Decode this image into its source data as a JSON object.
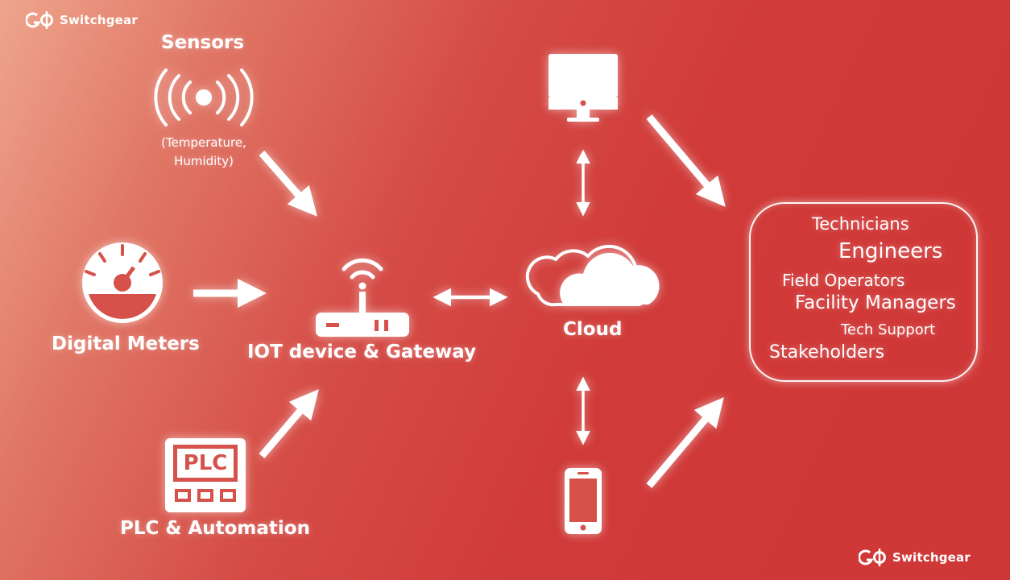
{
  "brand": {
    "logo_text": "Switchgear"
  },
  "nodes": {
    "sensors": {
      "title": "Sensors",
      "subtitle_line1": "(Temperature,",
      "subtitle_line2": "Humidity)"
    },
    "digital_meters": {
      "title": "Digital Meters"
    },
    "plc": {
      "title": "PLC & Automation",
      "icon_text": "PLC"
    },
    "gateway": {
      "title": "IOT device & Gateway"
    },
    "cloud": {
      "title": "Cloud"
    }
  },
  "audience": {
    "items": [
      "Technicians",
      "Engineers",
      "Field Operators",
      "Facility Managers",
      "Tech Support",
      "Stakeholders"
    ]
  },
  "icons": [
    "broadcast-icon",
    "gauge-icon",
    "plc-icon",
    "router-wifi-icon",
    "cloud-icon",
    "monitor-icon",
    "smartphone-icon"
  ],
  "colors": {
    "background_start": "#eea58d",
    "background_end": "#cf3737",
    "foreground": "#ffffff"
  }
}
